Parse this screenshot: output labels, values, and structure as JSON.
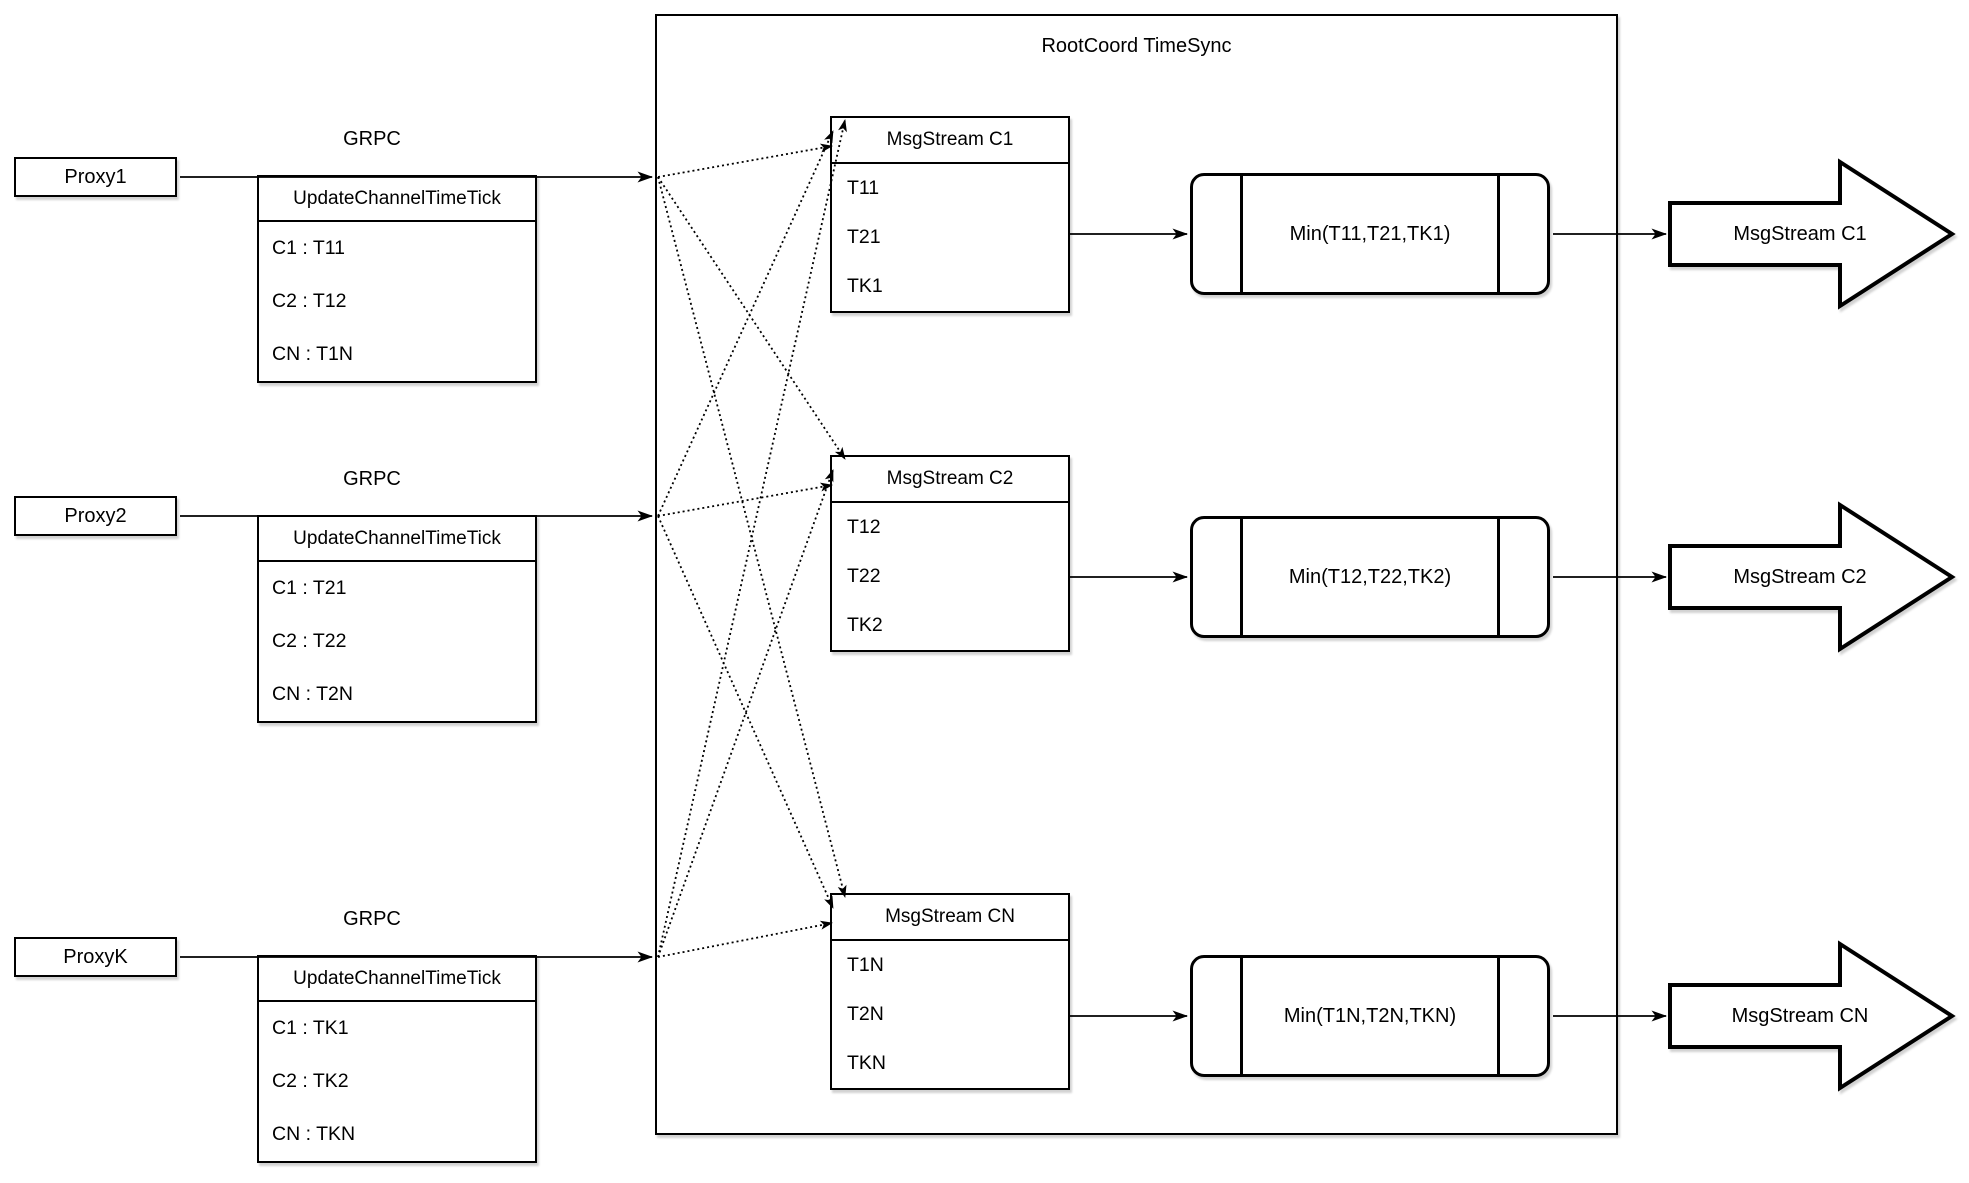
{
  "title": "RootCoord TimeSync",
  "colors": {
    "ink": "#000000",
    "paper": "#ffffff"
  },
  "rows": [
    {
      "proxy": "Proxy1",
      "grpc": "GRPC",
      "update_header": "UpdateChannelTimeTick",
      "update_rows": [
        "C1 :  T11",
        "C2 :  T12",
        "CN : T1N"
      ],
      "stream_header": "MsgStream C1",
      "stream_rows": [
        "T11",
        "T21",
        "TK1"
      ],
      "min": "Min(T11,T21,TK1)",
      "out": "MsgStream C1"
    },
    {
      "proxy": "Proxy2",
      "grpc": "GRPC",
      "update_header": "UpdateChannelTimeTick",
      "update_rows": [
        "C1 :  T21",
        "C2 :  T22",
        "CN : T2N"
      ],
      "stream_header": "MsgStream C2",
      "stream_rows": [
        "T12",
        "T22",
        "TK2"
      ],
      "min": "Min(T12,T22,TK2)",
      "out": "MsgStream C2"
    },
    {
      "proxy": "ProxyK",
      "grpc": "GRPC",
      "update_header": "UpdateChannelTimeTick",
      "update_rows": [
        "C1 :  TK1",
        "C2 :  TK2",
        "CN : TKN"
      ],
      "stream_header": "MsgStream CN",
      "stream_rows": [
        "T1N",
        "T2N",
        "TKN"
      ],
      "min": "Min(T1N,T2N,TKN)",
      "out": "MsgStream CN"
    }
  ]
}
